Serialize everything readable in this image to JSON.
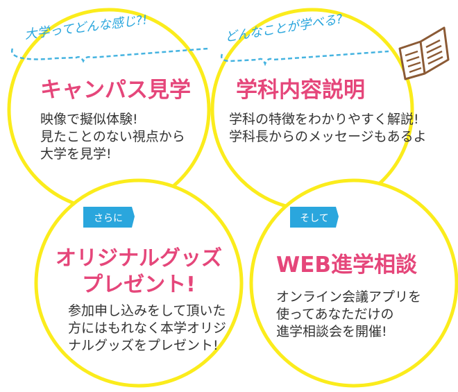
{
  "colors": {
    "circle_yellow": "#fbec1c",
    "circle_fill": "#ffffff",
    "title_pink": "#e5467a",
    "tag_blue": "#2aa6dd",
    "dash_blue": "#45b3e0",
    "book_brown": "#8b5a35",
    "text": "#333333"
  },
  "icons": {
    "book": "open-book-icon"
  },
  "captions": {
    "left": "大学ってどんな感じ?!",
    "right": "どんなことが学べる?"
  },
  "cards": {
    "campus_tour": {
      "title": "キャンパス見学",
      "lines": [
        "映像で擬似体験!",
        "見たことのない視点から",
        "大学を見学!"
      ]
    },
    "department": {
      "title": "学科内容説明",
      "lines": [
        "学科の特徴をわかりやすく解説!",
        "学科長からのメッセージもあるよ"
      ]
    },
    "goods": {
      "tag": "さらに",
      "title_lines": [
        "オリジナルグッズ",
        "プレゼント!"
      ],
      "lines": [
        "参加申し込みをして頂いた",
        "方にはもれなく本学オリジ",
        "ナルグッズをプレゼント!"
      ]
    },
    "web_consult": {
      "tag": "そして",
      "title": "WEB進学相談",
      "lines": [
        "オンライン会議アプリを",
        "使ってあなただけの",
        "進学相談会を開催!"
      ]
    }
  }
}
